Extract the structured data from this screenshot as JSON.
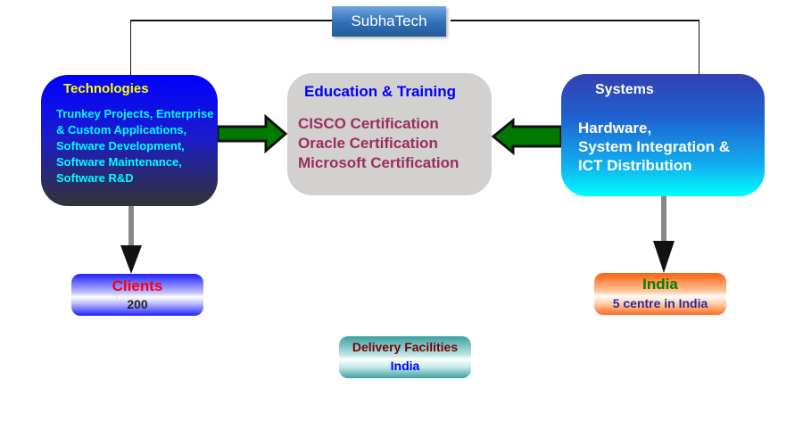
{
  "brand": "SubhaTech",
  "technologies": {
    "title": "Technologies",
    "body": "Trunkey Projects, Enterprise & Custom Applications, Software Development, Software Maintenance, Software R&D"
  },
  "education": {
    "title": "Education & Training",
    "items": [
      "CISCO Certification",
      "Oracle Certification",
      "Microsoft Certification"
    ]
  },
  "systems": {
    "title": "Systems",
    "lines": [
      "Hardware,",
      "System Integration &",
      "ICT Distribution"
    ]
  },
  "clients": {
    "title": "Clients",
    "value": "200"
  },
  "india": {
    "title": "India",
    "subtitle": "5 centre in India"
  },
  "delivery": {
    "title": "Delivery Facilities",
    "value": "India"
  },
  "colors": {
    "arrow_green": "#007a00",
    "tech_title": "#ffff00",
    "tech_body": "#00ffff"
  }
}
